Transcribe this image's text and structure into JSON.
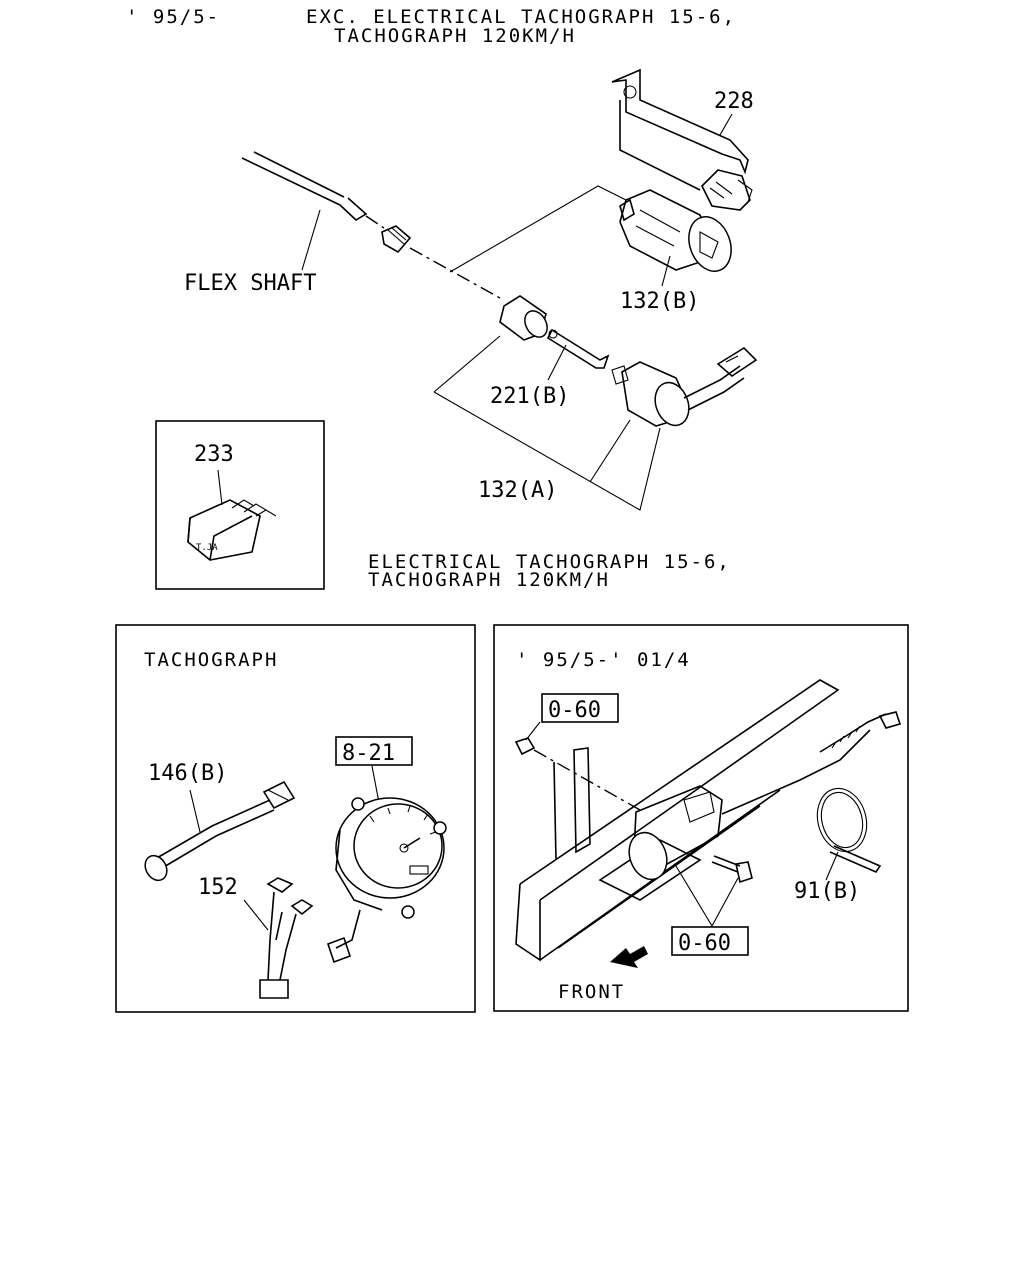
{
  "header": {
    "date_range": "' 95/5-",
    "variant_line1": "EXC. ELECTRICAL TACHOGRAPH 15-6,",
    "variant_line2": "TACHOGRAPH 120KM/H"
  },
  "top_section": {
    "labels": {
      "part_228": "228",
      "flex_shaft": "FLEX SHAFT",
      "part_132b": "132(B)",
      "part_221b": "221(B)",
      "part_132a": "132(A)",
      "part_233": "233"
    },
    "electrical_note_line1": "ELECTRICAL TACHOGRAPH 15-6,",
    "electrical_note_line2": "TACHOGRAPH 120KM/H"
  },
  "tachograph_panel": {
    "title": "TACHOGRAPH",
    "part_146b": "146(B)",
    "part_152": "152",
    "ref_8_21": "8-21"
  },
  "bracket_panel": {
    "date_range": "' 95/5-' 01/4",
    "ref_0_60_top": "0-60",
    "ref_0_60_bottom": "0-60",
    "part_91b": "91(B)",
    "front_label": "FRONT"
  }
}
